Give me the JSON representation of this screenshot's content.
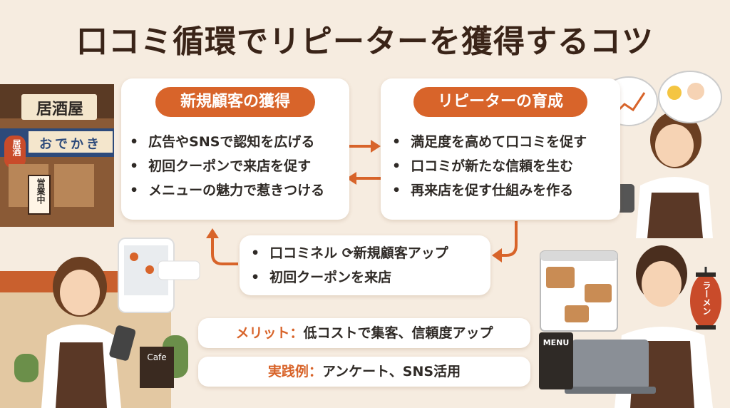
{
  "title": "口コミ循環でリピーターを獲得するコツ",
  "new_customers": {
    "heading": "新規顧客の獲得",
    "items": [
      "広告やSNSで認知を広げる",
      "初回クーポンで来店を促す",
      "メニューの魅力で惹きつける"
    ]
  },
  "repeaters": {
    "heading": "リピーターの育成",
    "items": [
      "満足度を高めて口コミを促す",
      "口コミが新たな信頼を生む",
      "再来店を促す仕組みを作る"
    ]
  },
  "cycle": {
    "items": [
      "口コミネル ⟳新規顧客アップ",
      "初回クーポンを来店"
    ]
  },
  "merit": {
    "label": "メリット：",
    "text": "低コストで集客、信頼度アップ"
  },
  "practice": {
    "label": "実践例：",
    "text": "アンケート、SNS活用"
  },
  "signs": {
    "izakaya": "居酒屋",
    "odekake": "おでかき",
    "lantern": "居酒",
    "open": "営業中",
    "cafe": "Cafe",
    "menu": "MENU",
    "ramen": "ラーメン"
  },
  "colors": {
    "accent": "#d8642a",
    "background": "#f6ece0",
    "text": "#2f2a26"
  }
}
